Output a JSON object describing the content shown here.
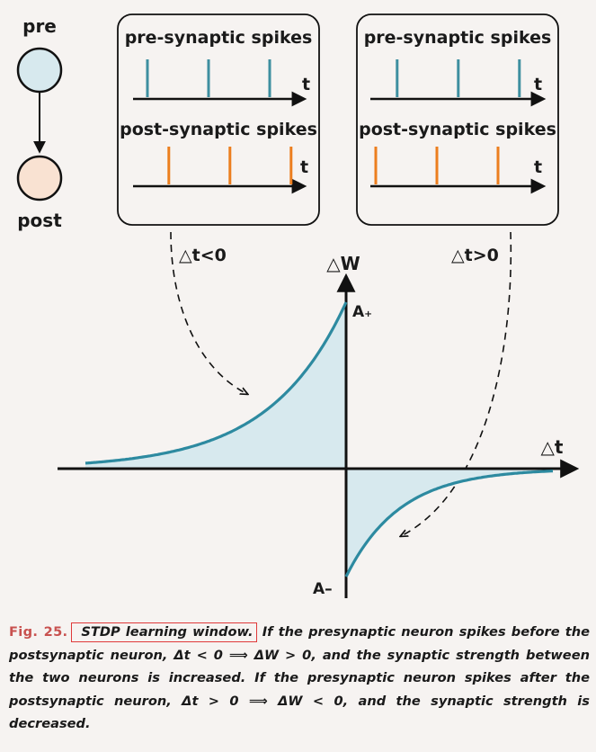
{
  "neurons": {
    "pre_label": "pre",
    "post_label": "post",
    "pre_color": "#d7e9ee",
    "post_color": "#f9e2d2"
  },
  "panels": [
    {
      "pre_title": "pre-synaptic spikes",
      "post_title": "post-synaptic spikes",
      "axis_label": "t",
      "pre_spikes": [
        1,
        2,
        3
      ],
      "post_spikes": [
        1.35,
        2.35,
        3.35
      ]
    },
    {
      "pre_title": "pre-synaptic spikes",
      "post_title": "post-synaptic spikes",
      "axis_label": "t",
      "pre_spikes": [
        1.35,
        2.35,
        3.35
      ],
      "post_spikes": [
        1,
        2,
        3
      ]
    }
  ],
  "colors": {
    "pre_spike": "#3e8fa0",
    "post_spike": "#ec7e1e",
    "curve": "#2d8aa0",
    "fill": "#d7e9ee"
  },
  "plot": {
    "y_label": "△W",
    "x_label": "△t",
    "a_plus": "A₊",
    "a_minus": "A–",
    "left_arrow_label": "△t<0",
    "right_arrow_label": "△t>0"
  },
  "caption": {
    "fig_label": "Fig. 25.",
    "title": "STDP learning window.",
    "body": " If the presynaptic neuron spikes before the postsynaptic neuron, Δt < 0 ⟹ ΔW > 0, and the synaptic strength between the two neurons is increased. If the presynaptic neuron spikes after the postsynaptic neuron, Δt > 0 ⟹ ΔW < 0, and the synaptic strength is decreased."
  }
}
